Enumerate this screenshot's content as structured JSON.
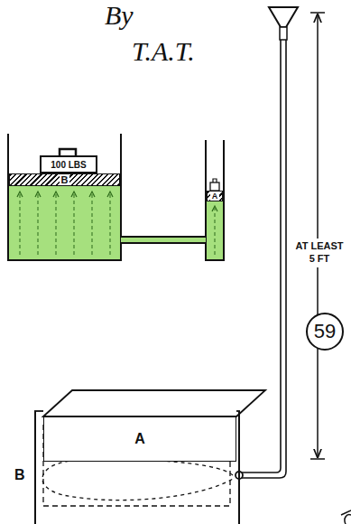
{
  "diagram": {
    "nodes": [
      {
        "text": [
          "100 LBS"
        ]
      },
      {
        "text": [
          "B"
        ]
      },
      {
        "text": [
          "A"
        ]
      },
      {
        "text": [
          "59"
        ]
      },
      {
        "text": [
          "B"
        ]
      },
      {
        "text": [
          "A"
        ]
      }
    ],
    "labels": [
      "By",
      "T.A.T.",
      "AT LEAST 5 FT"
    ]
  }
}
